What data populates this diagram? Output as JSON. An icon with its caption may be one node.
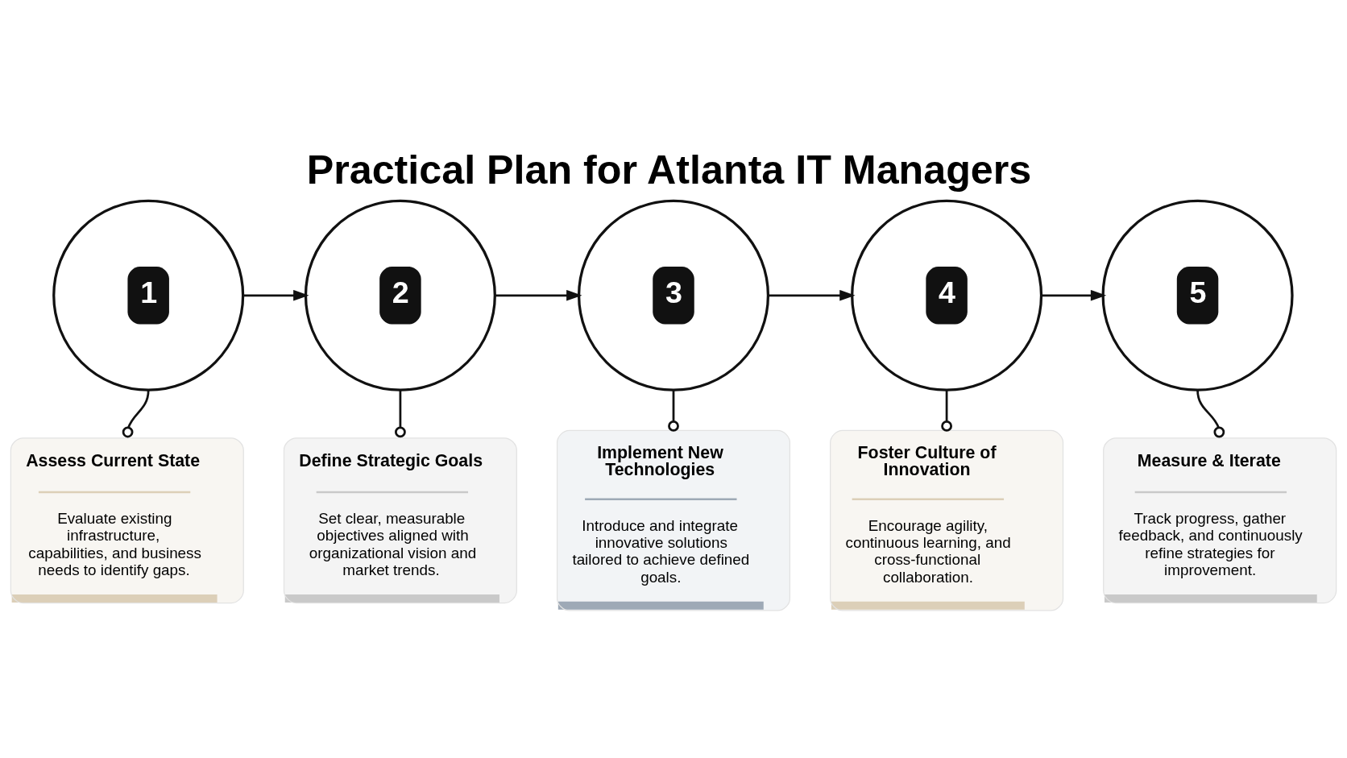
{
  "diagram": {
    "title": "Practical Plan for Atlanta IT Managers",
    "nodes": [
      {
        "text": [
          "1"
        ]
      },
      {
        "text": [
          "2"
        ]
      },
      {
        "text": [
          "3"
        ]
      },
      {
        "text": [
          "4"
        ]
      },
      {
        "text": [
          "5"
        ]
      },
      {
        "text": [
          "Assess Current State",
          "Evaluate existing infrastructure, capabilities, and business needs to identify gaps."
        ]
      },
      {
        "text": [
          "Define Strategic Goals",
          "Set clear, measurable objectives aligned with organizational vision and market trends."
        ]
      },
      {
        "text": [
          "Implement New Technologies",
          "Introduce and integrate innovative solutions tailored to achieve defined goals."
        ]
      },
      {
        "text": [
          "Foster Culture of Innovation",
          "Encourage agility, continuous learning, and cross-functional collaboration."
        ]
      },
      {
        "text": [
          "Measure & Iterate",
          "Track progress, gather feedback, and continuously refine strategies for improvement."
        ]
      }
    ],
    "edges": [
      {
        "from": 0,
        "to": 1,
        "arrow": "to"
      },
      {
        "from": 1,
        "to": 2,
        "arrow": "to"
      },
      {
        "from": 2,
        "to": 3,
        "arrow": "to"
      },
      {
        "from": 3,
        "to": 4,
        "arrow": "to"
      },
      {
        "from": 0,
        "to": 5,
        "arrow": "other"
      },
      {
        "from": 1,
        "to": 6,
        "arrow": "other"
      },
      {
        "from": 2,
        "to": 7,
        "arrow": "other"
      },
      {
        "from": 3,
        "to": 8,
        "arrow": "other"
      },
      {
        "from": 4,
        "to": 9,
        "arrow": "other"
      }
    ]
  }
}
